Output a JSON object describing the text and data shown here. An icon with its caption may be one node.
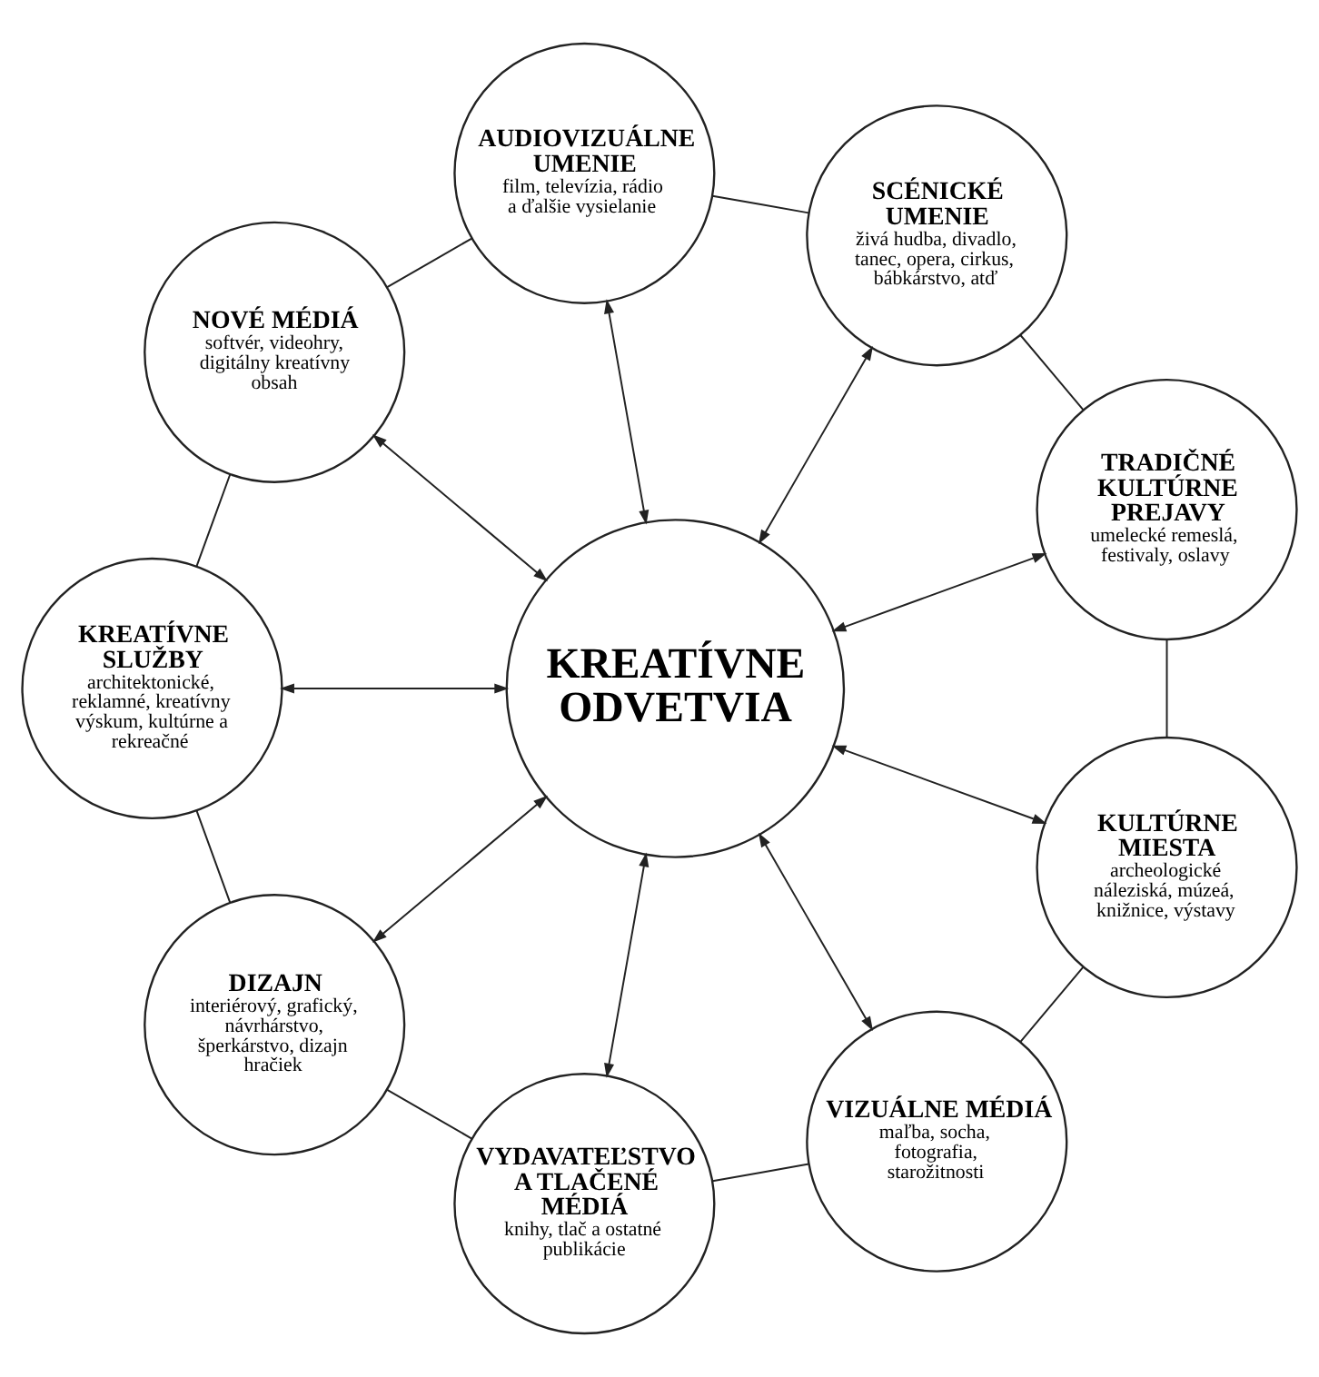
{
  "diagram": {
    "nodes": [
      {
        "text": [
          "KREATÍVNE ODVETVIA"
        ]
      },
      {
        "text": [
          "TRADIČNÉ KULTÚRNE PREJAVY",
          "umelecké remeslá, festivaly, oslavy"
        ]
      },
      {
        "text": [
          "SCÉNICKÉ UMENIE",
          "živá hudba, divadlo, tanec, opera, cirkus, bábkárstvo, atď"
        ]
      },
      {
        "text": [
          "AUDIOVIZUÁLNE UMENIE",
          "film, televízia, rádio a ďalšie vysielanie"
        ]
      },
      {
        "text": [
          "NOVÉ MÉDIÁ",
          "softvér, videohry, digitálny kreatívny obsah"
        ]
      },
      {
        "text": [
          "KREATÍVNE SLUŽBY",
          "architektonické, reklamné, kreatívny výskum, kultúrne a rekreačné"
        ]
      },
      {
        "text": [
          "DIZAJN",
          "interiérový, grafický, návrhárstvo, šperkárstvo, dizajn hračiek"
        ]
      },
      {
        "text": [
          "VYDAVATEĽSTVO A TLAČENÉ MÉDIÁ",
          "knihy, tlač a ostatné publikácie"
        ]
      },
      {
        "text": [
          "VIZUÁLNE MÉDIÁ",
          "maľba, socha, fotografia, starožitnosti"
        ]
      },
      {
        "text": [
          "KULTÚRNE MIESTA",
          "archeologické náleziská, múzeá, knižnice, výstavy"
        ]
      }
    ],
    "edges": [
      {
        "from": 0,
        "to": 1,
        "arrow": "both"
      },
      {
        "from": 0,
        "to": 2,
        "arrow": "both"
      },
      {
        "from": 0,
        "to": 3,
        "arrow": "both"
      },
      {
        "from": 0,
        "to": 4,
        "arrow": "both"
      },
      {
        "from": 0,
        "to": 5,
        "arrow": "both"
      },
      {
        "from": 0,
        "to": 6,
        "arrow": "both"
      },
      {
        "from": 0,
        "to": 7,
        "arrow": "both"
      },
      {
        "from": 0,
        "to": 8,
        "arrow": "both"
      },
      {
        "from": 0,
        "to": 9,
        "arrow": "both"
      },
      {
        "from": 1,
        "to": 2,
        "arrow": "none"
      },
      {
        "from": 2,
        "to": 3,
        "arrow": "none"
      },
      {
        "from": 3,
        "to": 4,
        "arrow": "none"
      },
      {
        "from": 4,
        "to": 5,
        "arrow": "none"
      },
      {
        "from": 5,
        "to": 6,
        "arrow": "none"
      },
      {
        "from": 6,
        "to": 7,
        "arrow": "none"
      },
      {
        "from": 7,
        "to": 8,
        "arrow": "none"
      },
      {
        "from": 8,
        "to": 9,
        "arrow": "none"
      },
      {
        "from": 9,
        "to": 1,
        "arrow": "none"
      }
    ]
  }
}
